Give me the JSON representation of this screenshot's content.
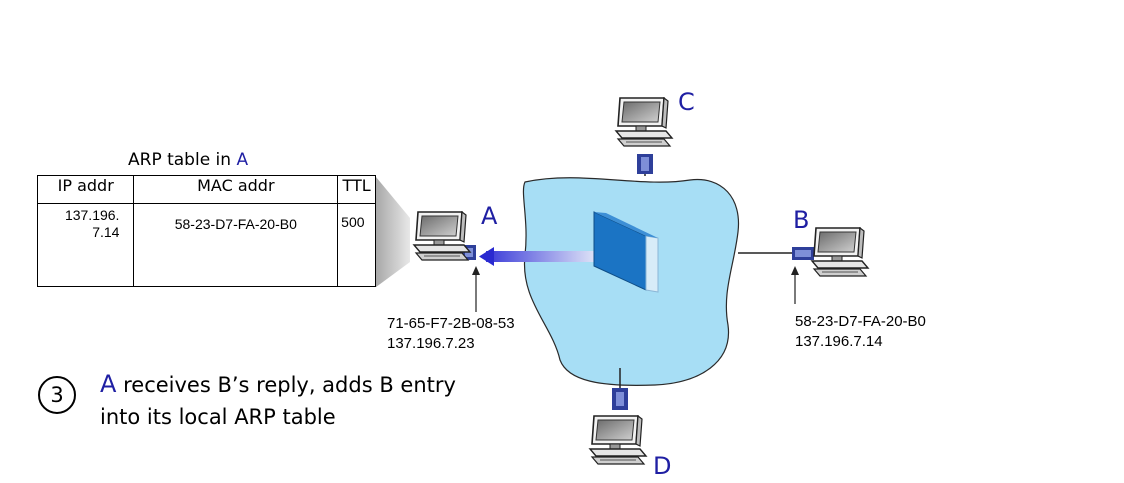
{
  "arp_table": {
    "title_prefix": "ARP table in ",
    "title_node": "A",
    "headers": [
      "IP addr",
      "MAC addr",
      "TTL"
    ],
    "row": {
      "ip_line1": "137.196.",
      "ip_line2": "7.14",
      "mac": "58-23-D7-FA-20-B0",
      "ttl": "500"
    }
  },
  "nodes": {
    "a": {
      "label": "A",
      "mac": "71-65-F7-2B-08-53",
      "ip": "137.196.7.23"
    },
    "b": {
      "label": "B",
      "mac": "58-23-D7-FA-20-B0",
      "ip": "137.196.7.14"
    },
    "c": {
      "label": "C"
    },
    "d": {
      "label": "D"
    }
  },
  "step": {
    "number": "3",
    "node": "A",
    "line1_rest": " receives B’s reply, adds B entry",
    "line2": "into its local ARP table"
  },
  "colors": {
    "lan_fill": "#a7def5",
    "switch_front": "#1b74c4",
    "switch_side": "#d7ecf8",
    "arrow": "#2a2ad0",
    "label_blue": "#1f1fa3",
    "connector": "#2e3f9a"
  },
  "icons": [
    "desktop-computer-icon",
    "ethernet-switch-icon",
    "arrow-left-icon"
  ]
}
